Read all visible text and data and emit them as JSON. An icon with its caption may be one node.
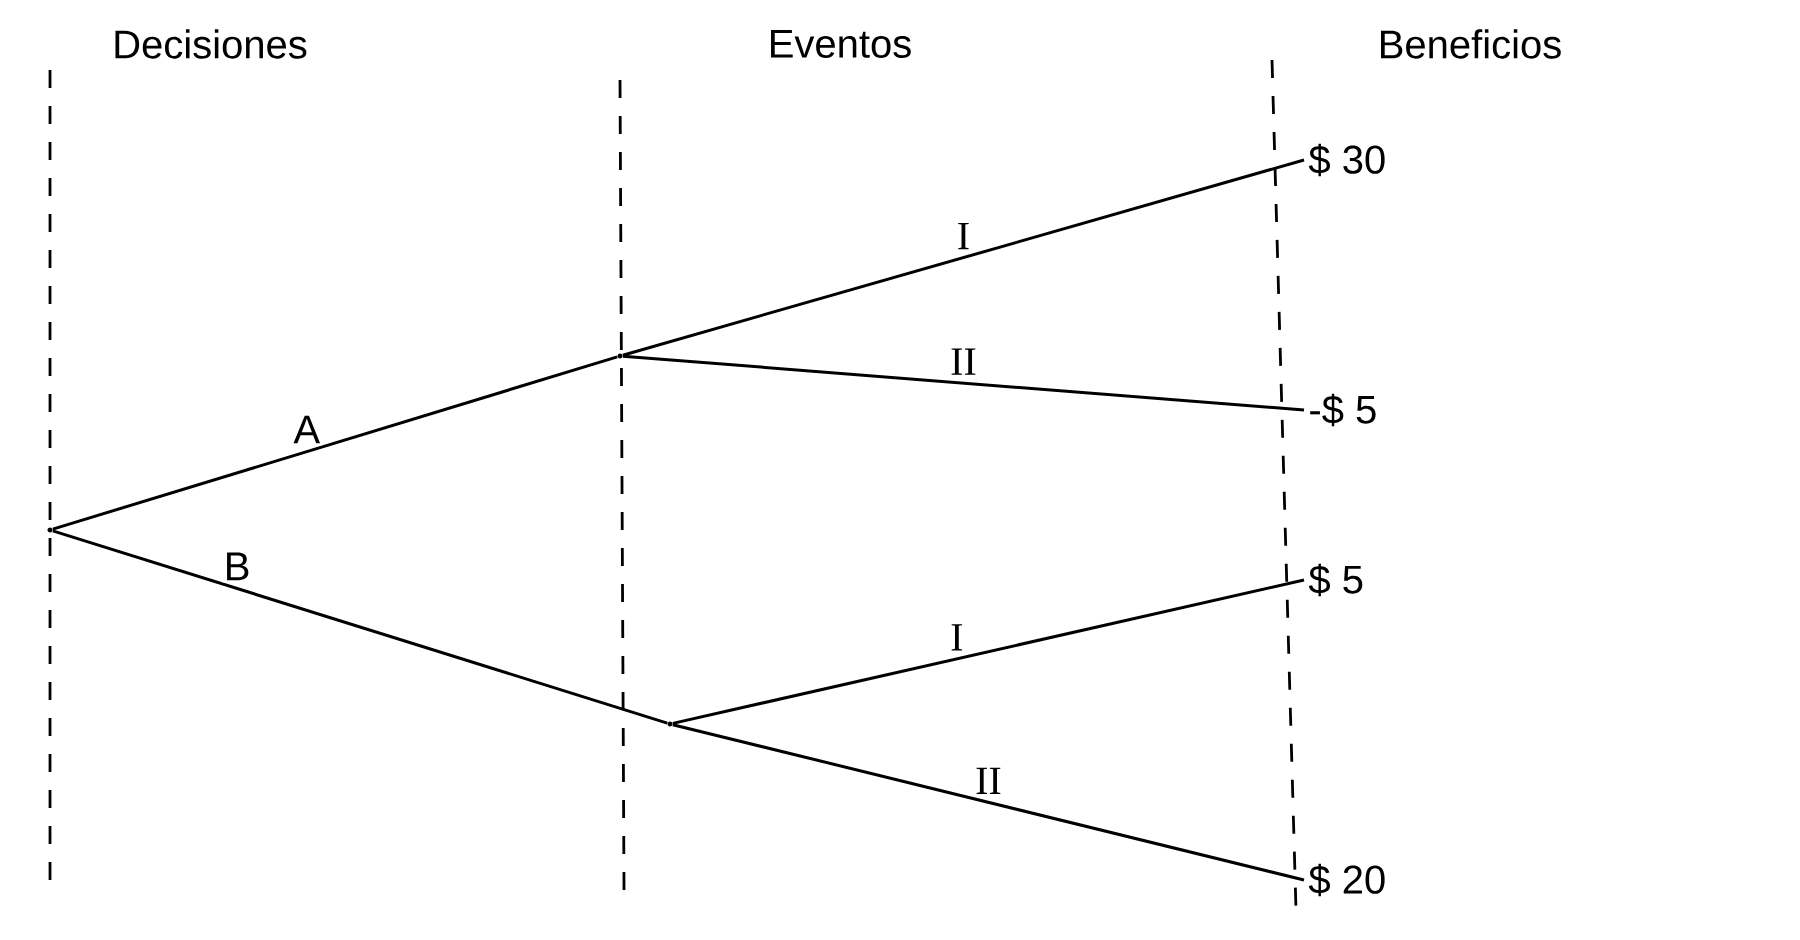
{
  "diagram": {
    "nodes": [
      {
        "text": [],
        "shape": "circle"
      },
      {
        "text": [],
        "shape": "circle"
      },
      {
        "text": [],
        "shape": "circle"
      },
      {
        "text": [
          "$ 30"
        ]
      },
      {
        "text": [
          "-$ 5"
        ]
      },
      {
        "text": [
          "$ 5"
        ]
      },
      {
        "text": [
          "$ 20"
        ]
      }
    ],
    "edges": [
      {
        "from": 0,
        "to": 1,
        "arrow": "none",
        "label": "A"
      },
      {
        "from": 0,
        "to": 2,
        "arrow": "none",
        "label": "B"
      },
      {
        "from": 1,
        "to": 3,
        "arrow": "none",
        "label": "I"
      },
      {
        "from": 1,
        "to": 4,
        "arrow": "none",
        "label": "II"
      },
      {
        "from": 2,
        "to": 5,
        "arrow": "none",
        "label": "I"
      },
      {
        "from": 2,
        "to": 6,
        "arrow": "none",
        "label": "II"
      }
    ],
    "labels": [
      "Decisiones",
      "Eventos",
      "Beneficios"
    ]
  }
}
